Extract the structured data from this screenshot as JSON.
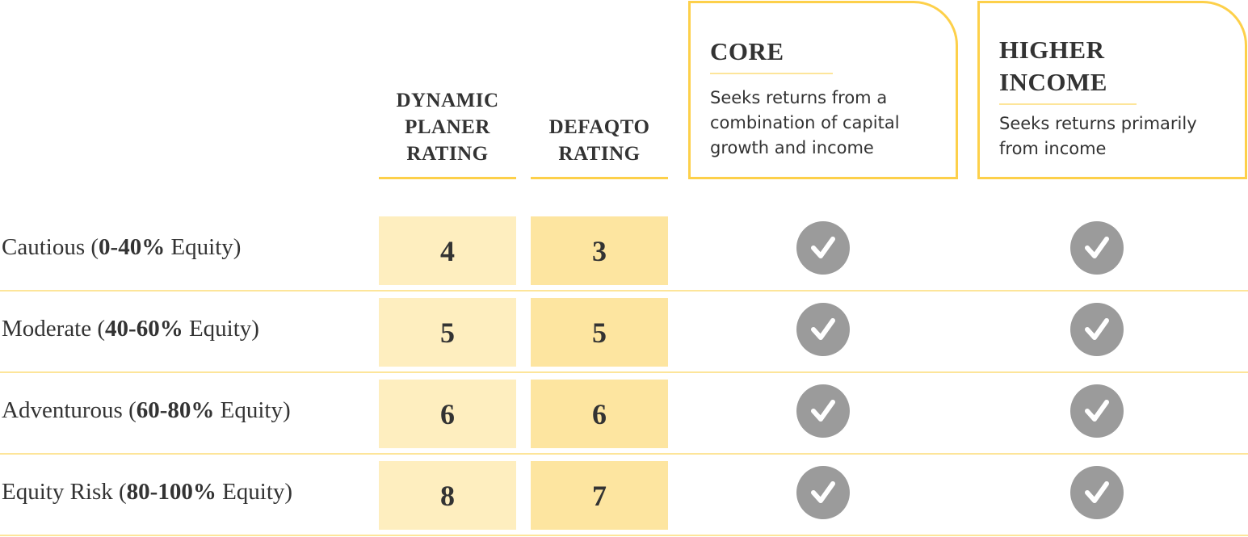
{
  "columns": {
    "dynamic": "DYNAMIC PLANER RATING",
    "defaqto": "DEFAQTO RATING"
  },
  "cards": [
    {
      "title": "CORE",
      "description": "Seeks returns from a combination of capital growth and income"
    },
    {
      "title": "HIGHER INCOME",
      "description": "Seeks returns primarily from income"
    }
  ],
  "rows": [
    {
      "name": "Cautious (",
      "range": "0-40%",
      "suffix": " Equity)",
      "dynamic": "4",
      "defaqto": "3",
      "core": true,
      "higher_income": true
    },
    {
      "name": "Moderate (",
      "range": "40-60%",
      "suffix": " Equity)",
      "dynamic": "5",
      "defaqto": "5",
      "core": true,
      "higher_income": true
    },
    {
      "name": "Adventurous (",
      "range": "60-80%",
      "suffix": " Equity)",
      "dynamic": "6",
      "defaqto": "6",
      "core": true,
      "higher_income": true
    },
    {
      "name": "Equity Risk (",
      "range": "80-100%",
      "suffix": " Equity)",
      "dynamic": "8",
      "defaqto": "7",
      "core": true,
      "higher_income": true
    }
  ],
  "colors": {
    "accent": "#fdd04a",
    "cell_light": "#feeebf",
    "cell_dark": "#fde5a0",
    "check": "#9b9b9b"
  }
}
